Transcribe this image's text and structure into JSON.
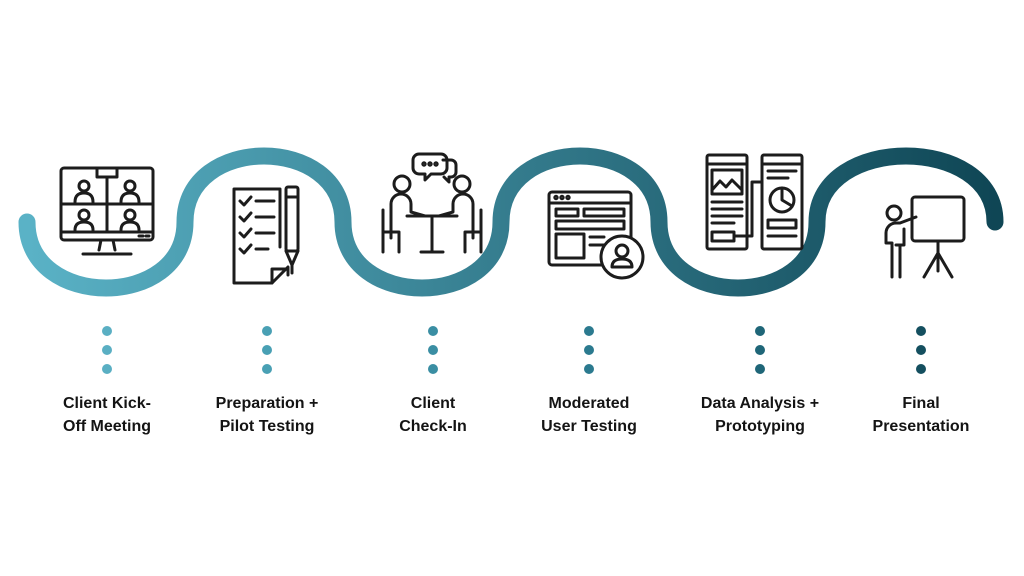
{
  "steps": [
    {
      "icon": "video-conference-icon",
      "color": "#5aafc3",
      "label_line1": "Client Kick-",
      "label_line2": "Off Meeting"
    },
    {
      "icon": "checklist-pen-icon",
      "color": "#49a0b4",
      "label_line1": "Preparation +",
      "label_line2": "Pilot Testing"
    },
    {
      "icon": "meeting-table-icon",
      "color": "#3a8ea3",
      "label_line1": "Client",
      "label_line2": "Check-In"
    },
    {
      "icon": "ui-wireframe-user-icon",
      "color": "#2b7a8f",
      "label_line1": "Moderated",
      "label_line2": "User Testing"
    },
    {
      "icon": "prototype-screens-icon",
      "color": "#1f6678",
      "label_line1": "Data Analysis +",
      "label_line2": "Prototyping"
    },
    {
      "icon": "presentation-board-icon",
      "color": "#144f5f",
      "label_line1": "Final",
      "label_line2": "Presentation"
    }
  ],
  "colors": {
    "wave_start": "#5ab2c6",
    "wave_end": "#0f4655",
    "text": "#141414"
  }
}
